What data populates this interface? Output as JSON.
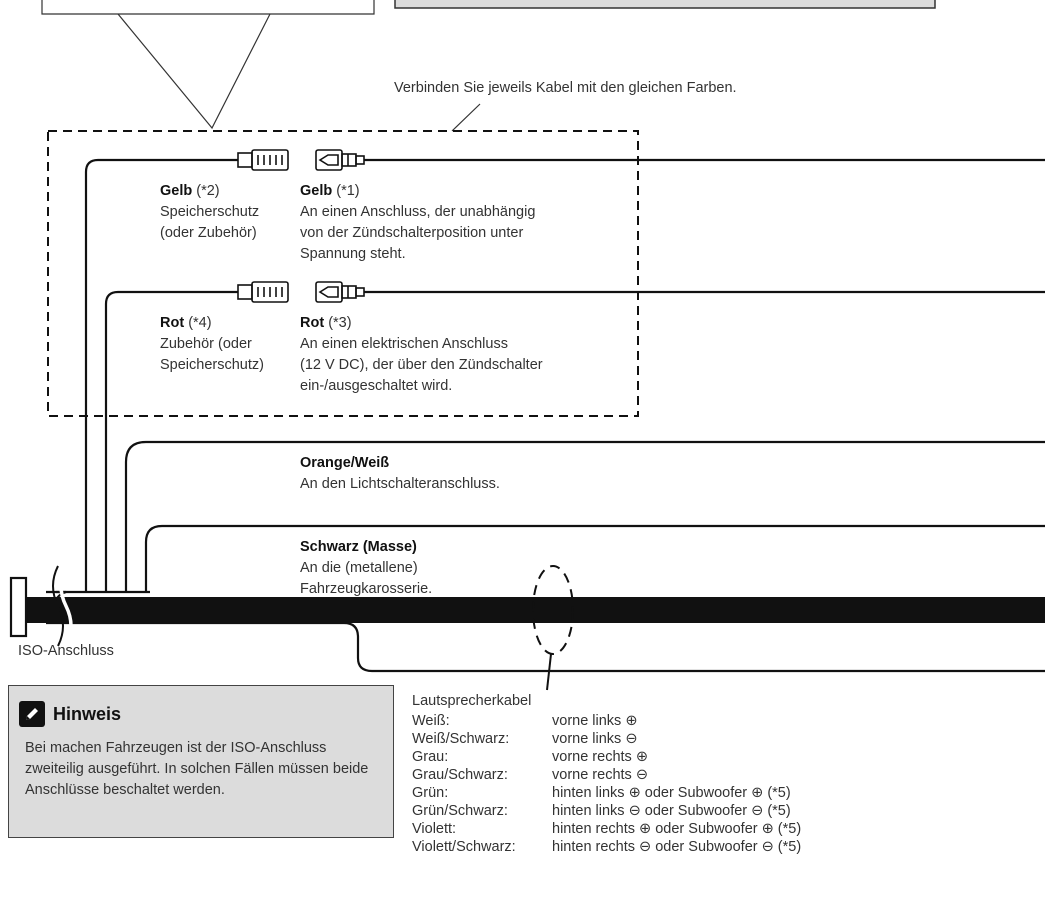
{
  "instruction": "Verbinden Sie jeweils Kabel mit den gleichen Farben.",
  "wires": {
    "gelb2": {
      "name": "Gelb",
      "ref": " (*2)",
      "desc": [
        "Speicherschutz",
        "(oder Zubehör)"
      ]
    },
    "gelb1": {
      "name": "Gelb",
      "ref": " (*1)",
      "desc": [
        "An einen Anschluss, der unabhängig",
        "von der Zündschalterposition unter",
        "Spannung steht."
      ]
    },
    "rot4": {
      "name": "Rot",
      "ref": " (*4)",
      "desc": [
        "Zubehör (oder",
        "Speicherschutz)"
      ]
    },
    "rot3": {
      "name": "Rot",
      "ref": " (*3)",
      "desc": [
        "An einen elektrischen Anschluss",
        "(12 V DC), der über den Zündschalter",
        "ein-/ausgeschaltet wird."
      ]
    },
    "orange": {
      "name": "Orange/Weiß",
      "desc": [
        "An den Lichtschalteranschluss."
      ]
    },
    "schwarz": {
      "name": "Schwarz (Masse)",
      "desc": [
        "An die (metallene)",
        "Fahrzeugkarosserie."
      ]
    }
  },
  "connector_label": "ISO-Anschluss",
  "note": {
    "icon": "pencil-icon",
    "title": "Hinweis",
    "body": "Bei machen Fahrzeugen ist der ISO-Anschluss zweiteilig ausgeführt. In solchen Fällen müssen beide Anschlüsse beschaltet werden."
  },
  "speaker": {
    "title": "Lautsprecherkabel",
    "rows": [
      {
        "color": "Weiß:",
        "desc": "vorne links ⊕"
      },
      {
        "color": "Weiß/Schwarz:",
        "desc": "vorne links ⊖"
      },
      {
        "color": "Grau:",
        "desc": "vorne rechts ⊕"
      },
      {
        "color": "Grau/Schwarz:",
        "desc": "vorne rechts ⊖"
      },
      {
        "color": "Grün:",
        "desc": "hinten links ⊕ oder Subwoofer ⊕ (*5)"
      },
      {
        "color": "Grün/Schwarz:",
        "desc": "hinten links ⊖ oder Subwoofer ⊖ (*5)"
      },
      {
        "color": "Violett:",
        "desc": "hinten rechts ⊕ oder Subwoofer ⊕ (*5)"
      },
      {
        "color": "Violett/Schwarz:",
        "desc": "hinten rechts ⊖ oder Subwoofer ⊖ (*5)"
      }
    ]
  },
  "colors": {
    "line": "#111111",
    "note_bg": "#dcdcdc"
  }
}
